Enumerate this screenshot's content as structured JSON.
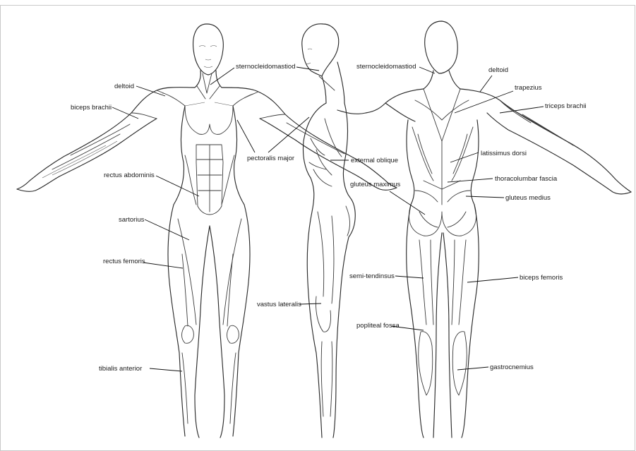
{
  "labels": {
    "front": {
      "deltoid": "deltoid",
      "biceps_brachii": "biceps brachii",
      "sternocleidomastoid": "sternocleidomastiod",
      "pectoralis_major": "pectoralis major",
      "rectus_abdominis": "rectus abdominis",
      "sartorius": "sartorius",
      "rectus_femoris": "rectus femoris",
      "tibialis_anterior": "tibialis anterior"
    },
    "side": {
      "external_oblique": "external oblique",
      "vastus_lateralis": "vastus lateralis"
    },
    "back": {
      "sternocleidomastoid": "sternocleidomastiod",
      "deltoid": "deltoid",
      "trapezius": "trapezius",
      "triceps_brachii": "triceps brachii",
      "latissimus_dorsi": "latissimus dorsi",
      "thoracolumbar_fascia": "thoracolumbar fascia",
      "gluteus_maximus": "gluteus maximus",
      "gluteus_medius": "gluteus medius",
      "semi_tendinosus": "semi-tendinsus",
      "biceps_femoris": "biceps femoris",
      "popliteal_fossa": "popliteal fossa",
      "gastrocnemius": "gastrocnemius"
    }
  }
}
